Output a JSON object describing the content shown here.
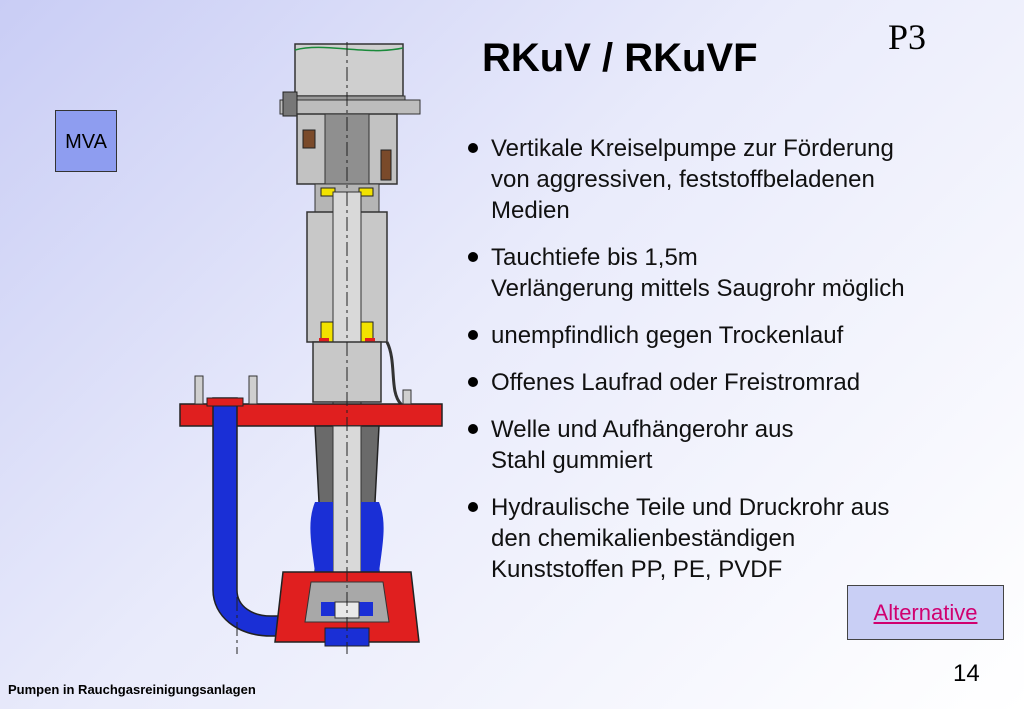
{
  "slide": {
    "code": "P3",
    "title": "RKuV / RKuVF",
    "tag": "MVA",
    "bullets": [
      "Vertikale Kreiselpumpe zur Förderung\nvon aggressiven, feststoffbeladenen\nMedien",
      "Tauchtiefe bis 1,5m\nVerlängerung mittels Saugrohr möglich",
      "unempfindlich gegen Trockenlauf",
      "Offenes Laufrad oder Freistromrad",
      "Welle und Aufhängerohr aus\nStahl gummiert",
      "Hydraulische Teile und Druckrohr aus\nden chemikalienbeständigen\nKunststoffen PP, PE, PVDF"
    ],
    "alternative_link": "Alternative",
    "page_number": "14",
    "footer": "Pumpen in Rauchgasreinigungsanlagen"
  },
  "colors": {
    "rubber_lining": "#1a2fd6",
    "flange": "#e01f1f",
    "housing_gray": "#c8c8c8",
    "dark_section": "#6a6a6a",
    "link": "#d0006f"
  },
  "icons": [
    "pump-cross-section-drawing"
  ]
}
